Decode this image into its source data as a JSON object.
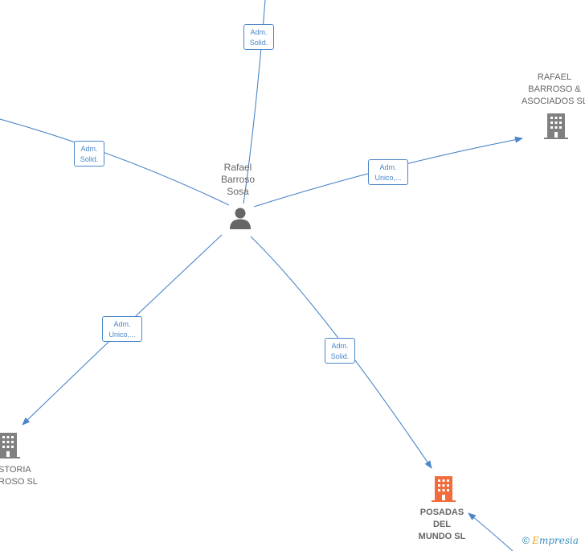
{
  "center_person": {
    "name_lines": [
      "Rafael",
      "Barroso",
      "Sosa"
    ]
  },
  "nodes": {
    "rafael_barroso_asociados": {
      "name_lines": [
        "RAFAEL",
        "BARROSO &",
        "ASOCIADOS  SL"
      ]
    },
    "historia_barroso": {
      "name_lines": [
        "STORIA",
        "ROSO  SL"
      ]
    },
    "posadas_del_mundo": {
      "name_lines": [
        "POSADAS",
        "DEL",
        "MUNDO  SL"
      ]
    }
  },
  "edges": [
    {
      "label_lines": [
        "Adm.",
        "Solid."
      ]
    },
    {
      "label_lines": [
        "Adm.",
        "Solid."
      ]
    },
    {
      "label_lines": [
        "Adm.",
        "Unico,..."
      ]
    },
    {
      "label_lines": [
        "Adm.",
        "Unico,..."
      ]
    },
    {
      "label_lines": [
        "Adm.",
        "Solid."
      ]
    }
  ],
  "colors": {
    "edge": "#4a86c8",
    "company_icon": "#808080",
    "main_company_icon": "#f26b3a",
    "person_icon": "#666666"
  },
  "watermark": {
    "symbol": "©",
    "brand_first": "E",
    "brand_rest": "mpresia"
  }
}
